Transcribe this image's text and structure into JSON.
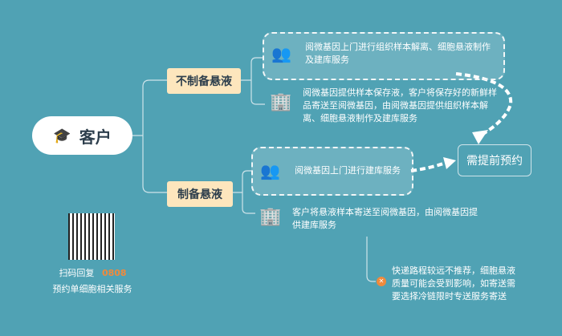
{
  "root": {
    "label": "客户",
    "icon": "graduation-cap-icon"
  },
  "branches": [
    {
      "label": "不制备悬液",
      "items": [
        {
          "icon": "people-icon",
          "text": "阅微基因上门进行组织样本解离、细胞悬液制作及建库服务"
        },
        {
          "icon": "building-icon",
          "text": "阅微基因提供样本保存液，客户将保存好的新鲜样品寄送至阅微基因，由阅微基因提供组织样本解离、细胞悬液制作及建库服务"
        }
      ]
    },
    {
      "label": "制备悬液",
      "items": [
        {
          "icon": "people-icon",
          "text": "阅微基因上门进行建库服务"
        },
        {
          "icon": "building-icon",
          "text": "客户将悬液样本寄送至阅微基因，由阅微基因提供建库服务"
        }
      ]
    }
  ],
  "appointment": "需提前预约",
  "warning": {
    "icon": "close-circle-icon",
    "text": "快递路程较远不推荐，细胞悬液质量可能会受到影响，如寄送需要选择冷链限时专送服务寄送"
  },
  "qr": {
    "prefix": "扫码回复",
    "code": "0808",
    "caption": "预约单细胞相关服务"
  },
  "colors": {
    "background": "#50a2b4",
    "node": "#fde6bd",
    "code": "#f08a3c"
  }
}
